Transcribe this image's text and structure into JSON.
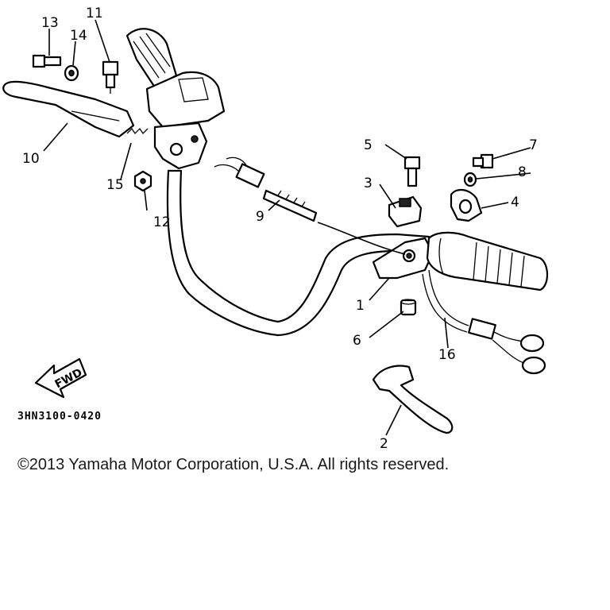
{
  "diagram": {
    "callouts": [
      "1",
      "2",
      "3",
      "4",
      "5",
      "6",
      "7",
      "8",
      "9",
      "10",
      "11",
      "12",
      "13",
      "14",
      "15",
      "16"
    ],
    "part_code": "3HN3100-0420",
    "fwd_label": "FWD"
  },
  "footer": {
    "copyright": "©2013 Yamaha Motor Corporation, U.S.A. All rights reserved."
  }
}
